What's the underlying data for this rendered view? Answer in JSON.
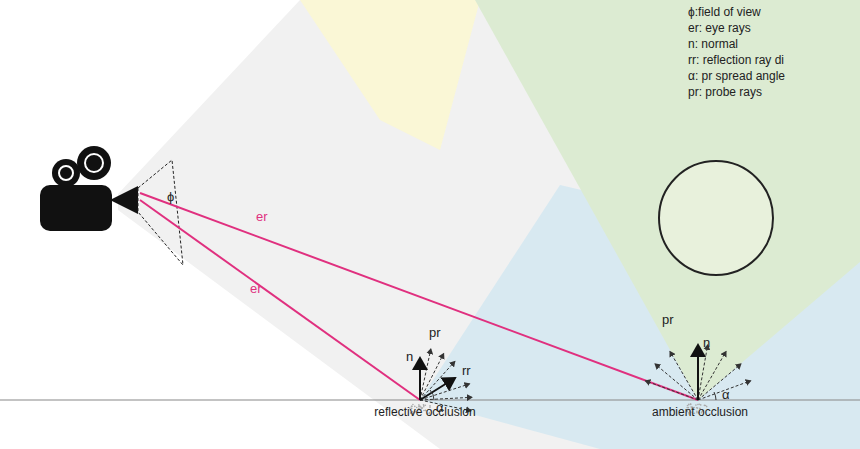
{
  "diagram": {
    "labels": [
      "ϕ",
      "er",
      "er",
      "n",
      "pr",
      "rr",
      "α",
      "reflective occlusion",
      "pr",
      "n",
      "α",
      "ambient occlusion",
      "ϕ:field of view",
      "er: eye rays",
      "n: normal",
      "rr: reflection ray di",
      "α: pr spread angle",
      "pr: probe rays"
    ]
  }
}
